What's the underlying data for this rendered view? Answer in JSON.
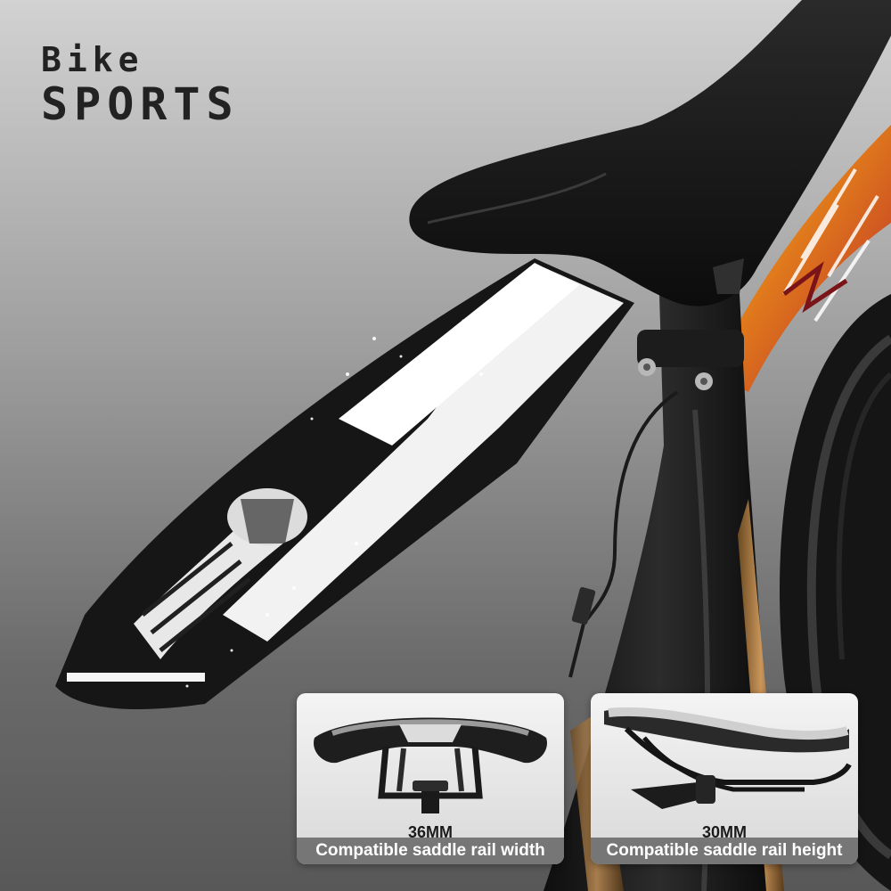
{
  "brand": {
    "line1": "Bike",
    "line2": "SPORTS"
  },
  "features": [
    {
      "measurement": "36MM",
      "caption": "Compatible saddle rail width"
    },
    {
      "measurement": "30MM",
      "caption": "Compatible saddle rail height"
    }
  ],
  "colors": {
    "background_top": "#d2d2d2",
    "background_bottom": "#585858",
    "caption_bar": "#6e6e6e",
    "frame_black": "#141414",
    "graphic_orange": "#e8a21a",
    "graphic_red": "#c0282a"
  }
}
